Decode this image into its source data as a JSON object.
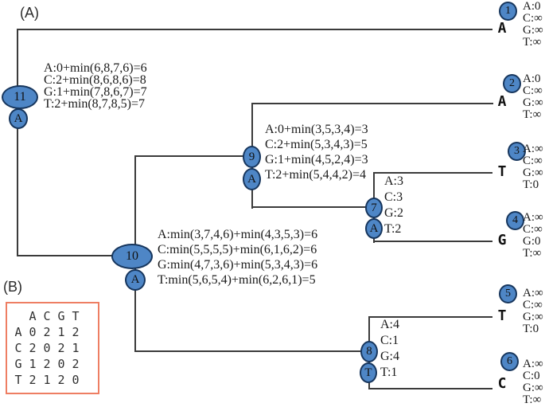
{
  "panels": {
    "a_label": "(A)",
    "b_label": "(B)"
  },
  "internal_nodes": {
    "n11": {
      "id": "11",
      "assigned": "A",
      "calc": [
        "A:0+min(6,8,7,6)=6",
        "C:2+min(8,6,8,6)=8",
        "G:1+min(7,8,6,7)=7",
        "T:2+min(8,7,8,5)=7"
      ]
    },
    "n10": {
      "id": "10",
      "assigned": "A",
      "calc": [
        "A:min(3,7,4,6)+min(4,3,5,3)=6",
        "C:min(5,5,5,5)+min(6,1,6,2)=6",
        "G:min(4,7,3,6)+min(5,3,4,3)=6",
        "T:min(5,6,5,4)+min(6,2,6,1)=5"
      ]
    },
    "n9": {
      "id": "9",
      "assigned": "A",
      "calc": [
        "A:0+min(3,5,3,4)=3",
        "C:2+min(5,3,4,3)=5",
        "G:1+min(4,5,2,4)=3",
        "T:2+min(5,4,4,2)=4"
      ]
    },
    "n7": {
      "id": "7",
      "assigned": "A",
      "calc": [
        "A:3",
        "C:3",
        "G:2",
        "T:2"
      ]
    },
    "n8": {
      "id": "8",
      "assigned": "T",
      "calc": [
        "A:4",
        "C:1",
        "G:4",
        "T:1"
      ]
    }
  },
  "leaves": [
    {
      "id": "1",
      "base": "A",
      "costs": [
        "A:0",
        "C:∞",
        "G:∞",
        "T:∞"
      ]
    },
    {
      "id": "2",
      "base": "A",
      "costs": [
        "A:0",
        "C:∞",
        "G:∞",
        "T:∞"
      ]
    },
    {
      "id": "3",
      "base": "T",
      "costs": [
        "A:∞",
        "C:∞",
        "G:∞",
        "T:0"
      ]
    },
    {
      "id": "4",
      "base": "G",
      "costs": [
        "A:∞",
        "C:∞",
        "G:0",
        "T:∞"
      ]
    },
    {
      "id": "5",
      "base": "T",
      "costs": [
        "A:∞",
        "C:∞",
        "G:∞",
        "T:0"
      ]
    },
    {
      "id": "6",
      "base": "C",
      "costs": [
        "A:∞",
        "C:0",
        "G:∞",
        "T:∞"
      ]
    }
  ],
  "substitution_matrix": {
    "col_headers": [
      "A",
      "C",
      "G",
      "T"
    ],
    "rows": [
      {
        "label": "A",
        "cells": [
          "0",
          "2",
          "1",
          "2"
        ]
      },
      {
        "label": "C",
        "cells": [
          "2",
          "0",
          "2",
          "1"
        ]
      },
      {
        "label": "G",
        "cells": [
          "1",
          "2",
          "0",
          "2"
        ]
      },
      {
        "label": "T",
        "cells": [
          "2",
          "1",
          "2",
          "0"
        ]
      }
    ]
  },
  "colors": {
    "node_fill": "#4e86c6",
    "node_border": "#17365d",
    "branch_line": "#3b3b3b",
    "matrix_border": "#ee7e63",
    "text": "#1a1a1a"
  }
}
